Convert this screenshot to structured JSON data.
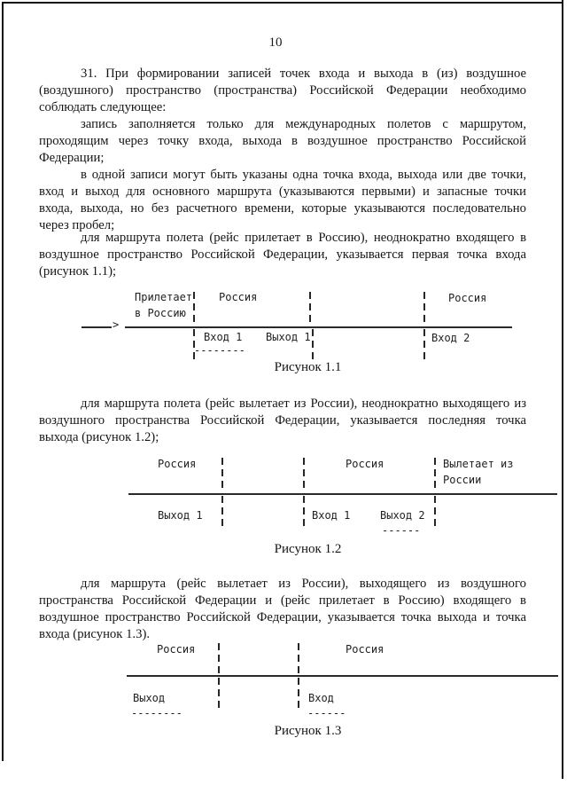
{
  "colors": {
    "ink": "#1f1f1f",
    "paper": "#ffffff"
  },
  "page_number": "10",
  "paragraphs": [
    {
      "lines": [
        "31. При формировании записей точек входа и выхода в (из) воздушное",
        "(воздушного) пространство (пространства) Российской Федерации необходимо",
        "соблюдать следующее:"
      ]
    },
    {
      "lines": [
        "запись заполняется только для международных полетов с маршрутом,",
        "проходящим через точку входа, выхода в воздушное пространство Российской",
        "Федерации;"
      ]
    },
    {
      "lines": [
        "в одной записи могут быть указаны одна точка входа, выхода или две точки,",
        "вход и выход для основного маршрута (указываются первыми) и запасные точки",
        "входа, выхода, но без расчетного времени, которые указываются последовательно",
        "через пробел;"
      ]
    },
    {
      "lines": [
        "для маршрута полета (рейс прилетает в Россию), неоднократно входящего в",
        "воздушное пространство Российской Федерации, указывается первая точка входа",
        "(рисунок 1.1);"
      ]
    },
    {
      "lines": [
        "для маршрута полета (рейс вылетает из России), неоднократно выходящего из",
        "воздушного пространства Российской Федерации, указывается последняя точка",
        "выхода (рисунок 1.2);"
      ]
    },
    {
      "lines": [
        "для маршрута (рейс вылетает из России), выходящего из воздушного",
        "пространства Российской Федерации и (рейс прилетает в Россию) входящего в",
        "воздушное пространство Российской Федерации, указывается точка выхода и точка",
        "входа (рисунок 1.3)."
      ]
    }
  ],
  "figures": {
    "f11": {
      "caption": "Рисунок 1.1",
      "arrive_line1": "Прилетает",
      "arrive_line2": "в Россию",
      "russia_mid": "Россия",
      "russia_right": "Россия",
      "entry1": "Вход 1",
      "exit1": "Выход 1",
      "entry2": "Вход 2",
      "underline": "--------",
      "arrow": ">"
    },
    "f12": {
      "caption": "Рисунок 1.2",
      "russia_left": "Россия",
      "russia_mid": "Россия",
      "depart_line1": "Вылетает из",
      "depart_line2": "России",
      "exit1": "Выход 1",
      "entry1": "Вход 1",
      "exit2": "Выход 2",
      "underline": "------"
    },
    "f13": {
      "caption": "Рисунок 1.3",
      "russia_left": "Россия",
      "russia_right": "Россия",
      "exit": "Выход",
      "entry": "Вход",
      "underline_left": "--------",
      "underline_right": "------"
    }
  }
}
